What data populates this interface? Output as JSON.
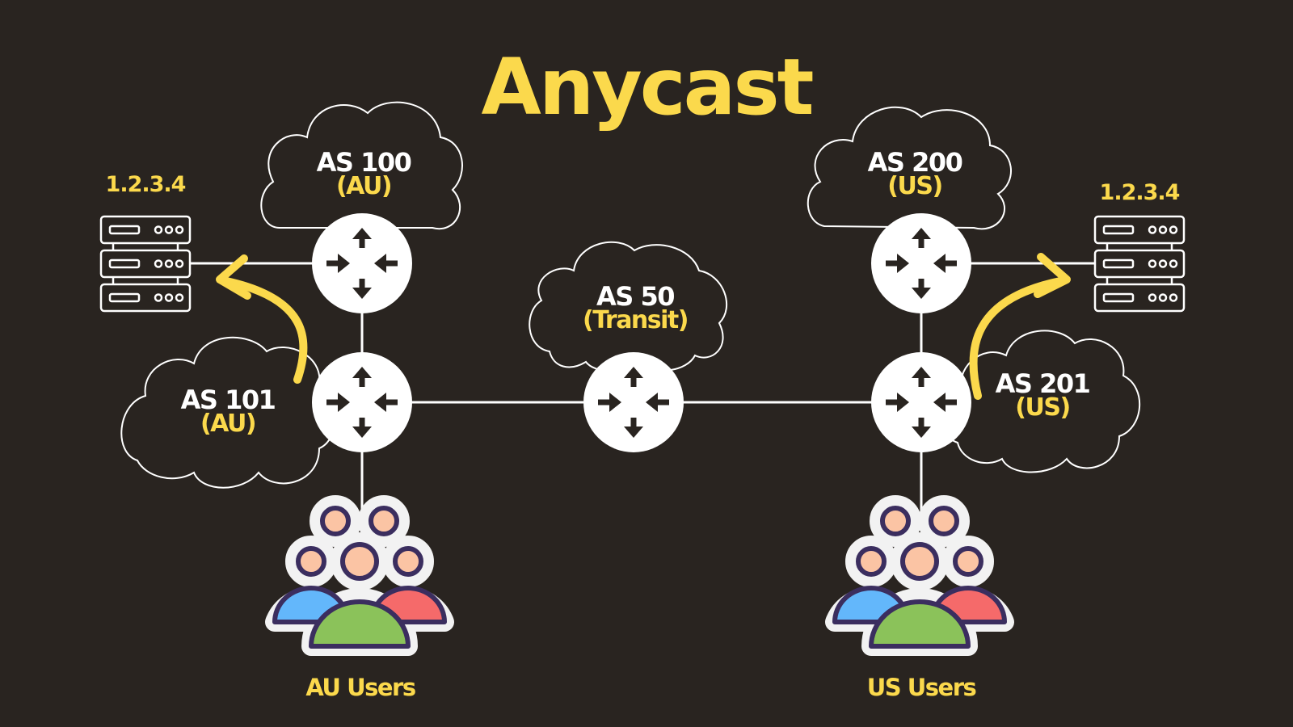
{
  "title": "Anycast",
  "left": {
    "ip": "1.2.3.4",
    "upper_as": {
      "name": "AS 100",
      "region": "(AU)"
    },
    "lower_as": {
      "name": "AS 101",
      "region": "(AU)"
    },
    "users_label": "AU Users"
  },
  "center": {
    "transit_as": {
      "name": "AS 50",
      "region": "(Transit)"
    }
  },
  "right": {
    "ip": "1.2.3.4",
    "upper_as": {
      "name": "AS 200",
      "region": "(US)"
    },
    "lower_as": {
      "name": "AS 201",
      "region": "(US)"
    },
    "users_label": "US Users"
  },
  "colors": {
    "background": "#292420",
    "accent": "#fbd94c",
    "line": "#ffffff",
    "user_skin": "#fbc4a4",
    "user_blue": "#63b7fb",
    "user_green": "#8bc25a",
    "user_red": "#f56a6a",
    "user_outline": "#3b2e5f"
  }
}
